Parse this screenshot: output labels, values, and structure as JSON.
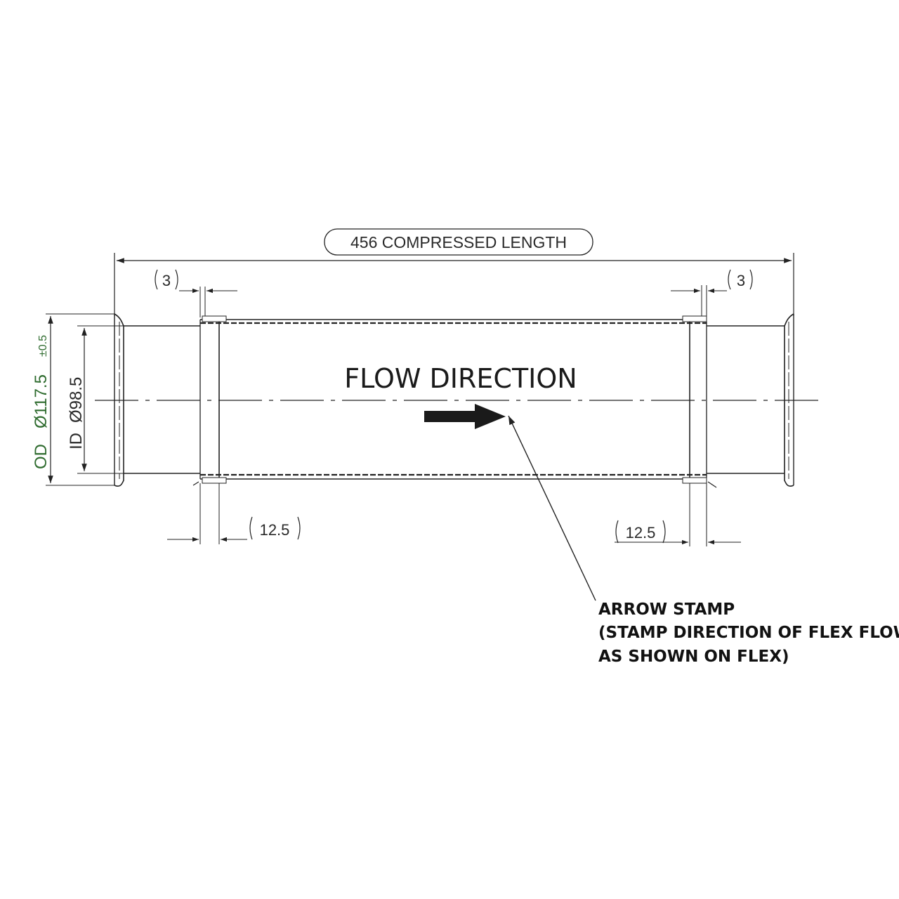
{
  "dimensions": {
    "compressed_length": "456 COMPRESSED LENGTH",
    "gap_left": "3",
    "gap_right": "3",
    "insert_left": "12.5",
    "insert_right": "12.5",
    "od_label": "OD",
    "od_value": "Ø117.5",
    "od_tolerance": "±0.5",
    "id_label": "ID",
    "id_value": "Ø98.5"
  },
  "labels": {
    "flow_direction": "FLOW DIRECTION"
  },
  "note": {
    "line1": "ARROW STAMP",
    "line2": "(STAMP DIRECTION OF FLEX FLOW",
    "line3": "AS SHOWN ON FLEX)"
  },
  "colors": {
    "line": "#222222",
    "od_text": "#2e6b2e",
    "arrow": "#1a1a1a"
  }
}
